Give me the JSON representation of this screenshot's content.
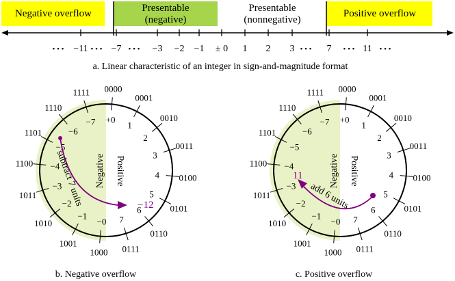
{
  "colors": {
    "yellow": "#ffff00",
    "green": "#a6d44a",
    "light_green": "#e9f2c6",
    "purple": "#800080"
  },
  "top": {
    "regions": {
      "neg_overflow": "Negative overflow",
      "pres_neg_1": "Presentable",
      "pres_neg_2": "(negative)",
      "pres_nonneg_1": "Presentable",
      "pres_nonneg_2": "(nonnegative)",
      "pos_overflow": "Positive overflow"
    },
    "ticks": [
      "−11",
      "−7",
      "−3",
      "−2",
      "−1",
      "± 0",
      "1",
      "2",
      "3",
      "7",
      "11"
    ],
    "dots": "• • •",
    "caption": "a. Linear characteristic of an integer in sign-and-magnitude format"
  },
  "wheels": {
    "codes": [
      "0000",
      "0001",
      "0010",
      "0011",
      "0100",
      "0101",
      "0110",
      "0111",
      "1000",
      "1001",
      "1010",
      "1011",
      "1100",
      "1101",
      "1110",
      "1111"
    ],
    "values": [
      "+0",
      "1",
      "2",
      "3",
      "4",
      "5",
      "6",
      "7",
      "−0",
      "−1",
      "−2",
      "−3",
      "−4",
      "−5",
      "−6",
      "−7"
    ],
    "half_negative": "Negative",
    "half_positive": "Positive",
    "left": {
      "arrow_label": "subtract 7 units",
      "result": "−12",
      "caption": "b. Negative overflow"
    },
    "right": {
      "arrow_label": "add 6 units",
      "result": "11",
      "caption": "c.  Positive overflow"
    }
  }
}
